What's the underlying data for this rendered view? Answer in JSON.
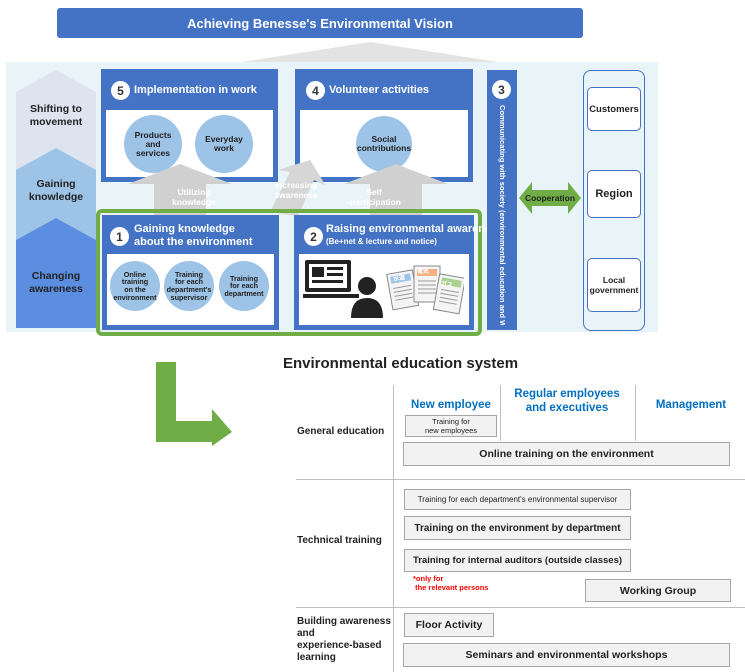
{
  "banner": {
    "title": "Achieving Benesse's Environmental Vision"
  },
  "side_levels": [
    {
      "label": "Shifting to\nmovement"
    },
    {
      "label": "Gaining\nknowledge"
    },
    {
      "label": "Changing\nawareness"
    }
  ],
  "panels": {
    "implementation": {
      "num": "5",
      "title": "Implementation in work",
      "circles": [
        "Products\nand\nservices",
        "Everyday\nwork"
      ]
    },
    "volunteer": {
      "num": "4",
      "title": "Volunteer activities",
      "circles": [
        "Social\ncontributions"
      ]
    },
    "knowledge": {
      "num": "1",
      "title": "Gaining knowledge\nabout the environment",
      "circles": [
        "Online\ntraining\non the\nenvironment",
        "Training\nfor each\ndepartment's\nsupervisor",
        "Training\nfor each\ndepartment"
      ]
    },
    "awareness": {
      "num": "2",
      "title": "Raising environmental awareness",
      "subtitle": "(Be+net & lecture and notice)",
      "poster_labels": [
        "水道",
        "電気",
        "ガス"
      ]
    },
    "communicating": {
      "num": "3",
      "title": "Communicating with society (environmental education and WS)"
    }
  },
  "arrows": {
    "utilizing": "Utilizing\nknowledge",
    "increasing": "Increasing\nawareness",
    "self": "Self\n-participation",
    "cooperation": "Cooperation"
  },
  "partners": [
    "Customers",
    "Region",
    "Local\ngovernment"
  ],
  "system": {
    "title": "Environmental education system",
    "columns": [
      "New employee",
      "Regular employees\nand executives",
      "Management"
    ],
    "rows": [
      "General education",
      "Technical training",
      "Building awareness\nand\nexperience-based\nlearning"
    ],
    "boxes": {
      "training_new": "Training for\nnew employees",
      "online": "Online training on the environment",
      "supervisor": "Training for each department's environmental supervisor",
      "by_department": "Training on the environment by department",
      "auditors": "Training for internal auditors (outside classes)",
      "working_group": "Working Group",
      "floor": "Floor Activity",
      "seminars": "Seminars and environmental workshops"
    },
    "note": "*only for\n the relevant persons"
  },
  "colors": {
    "blue": "#4472c4",
    "light_blue": "#9dc3e6",
    "green": "#70ad47",
    "bg": "#e8f4f8",
    "note_red": "#ff0000",
    "col_header": "#0070c0"
  }
}
